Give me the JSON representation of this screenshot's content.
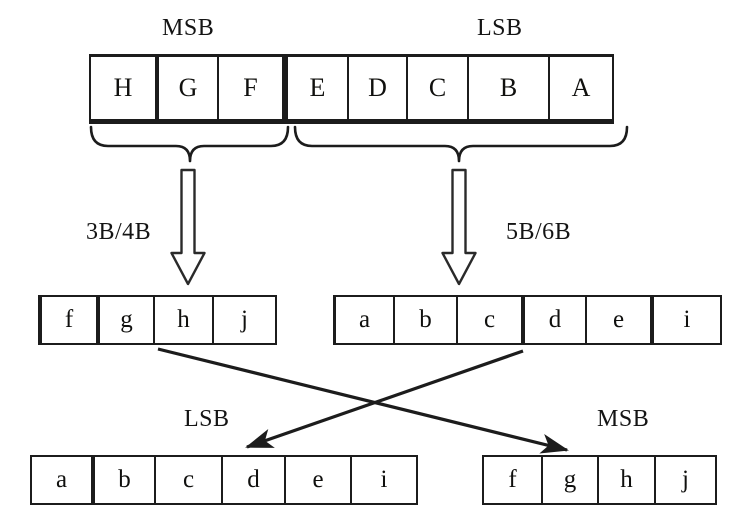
{
  "title": "8B/10B encoder bit mapping diagram",
  "labels": {
    "msb_top": "MSB",
    "lsb_top": "LSB",
    "encoder_left": "3B/4B",
    "encoder_right": "5B/6B",
    "lsb_bottom": "LSB",
    "msb_bottom": "MSB"
  },
  "rows": {
    "input_byte": {
      "cells": [
        "H",
        "G",
        "F",
        "E",
        "D",
        "C",
        "B",
        "A"
      ]
    },
    "encoded_msb_group": {
      "cells": [
        "f",
        "g",
        "h",
        "j"
      ]
    },
    "encoded_lsb_group": {
      "cells": [
        "a",
        "b",
        "c",
        "d",
        "e",
        "i"
      ]
    },
    "output_lsb": {
      "cells": [
        "a",
        "b",
        "c",
        "d",
        "e",
        "i"
      ]
    },
    "output_msb": {
      "cells": [
        "f",
        "g",
        "h",
        "j"
      ]
    }
  },
  "colors": {
    "line": "#1c1c1c",
    "text": "#141414",
    "background": "#ffffff"
  }
}
